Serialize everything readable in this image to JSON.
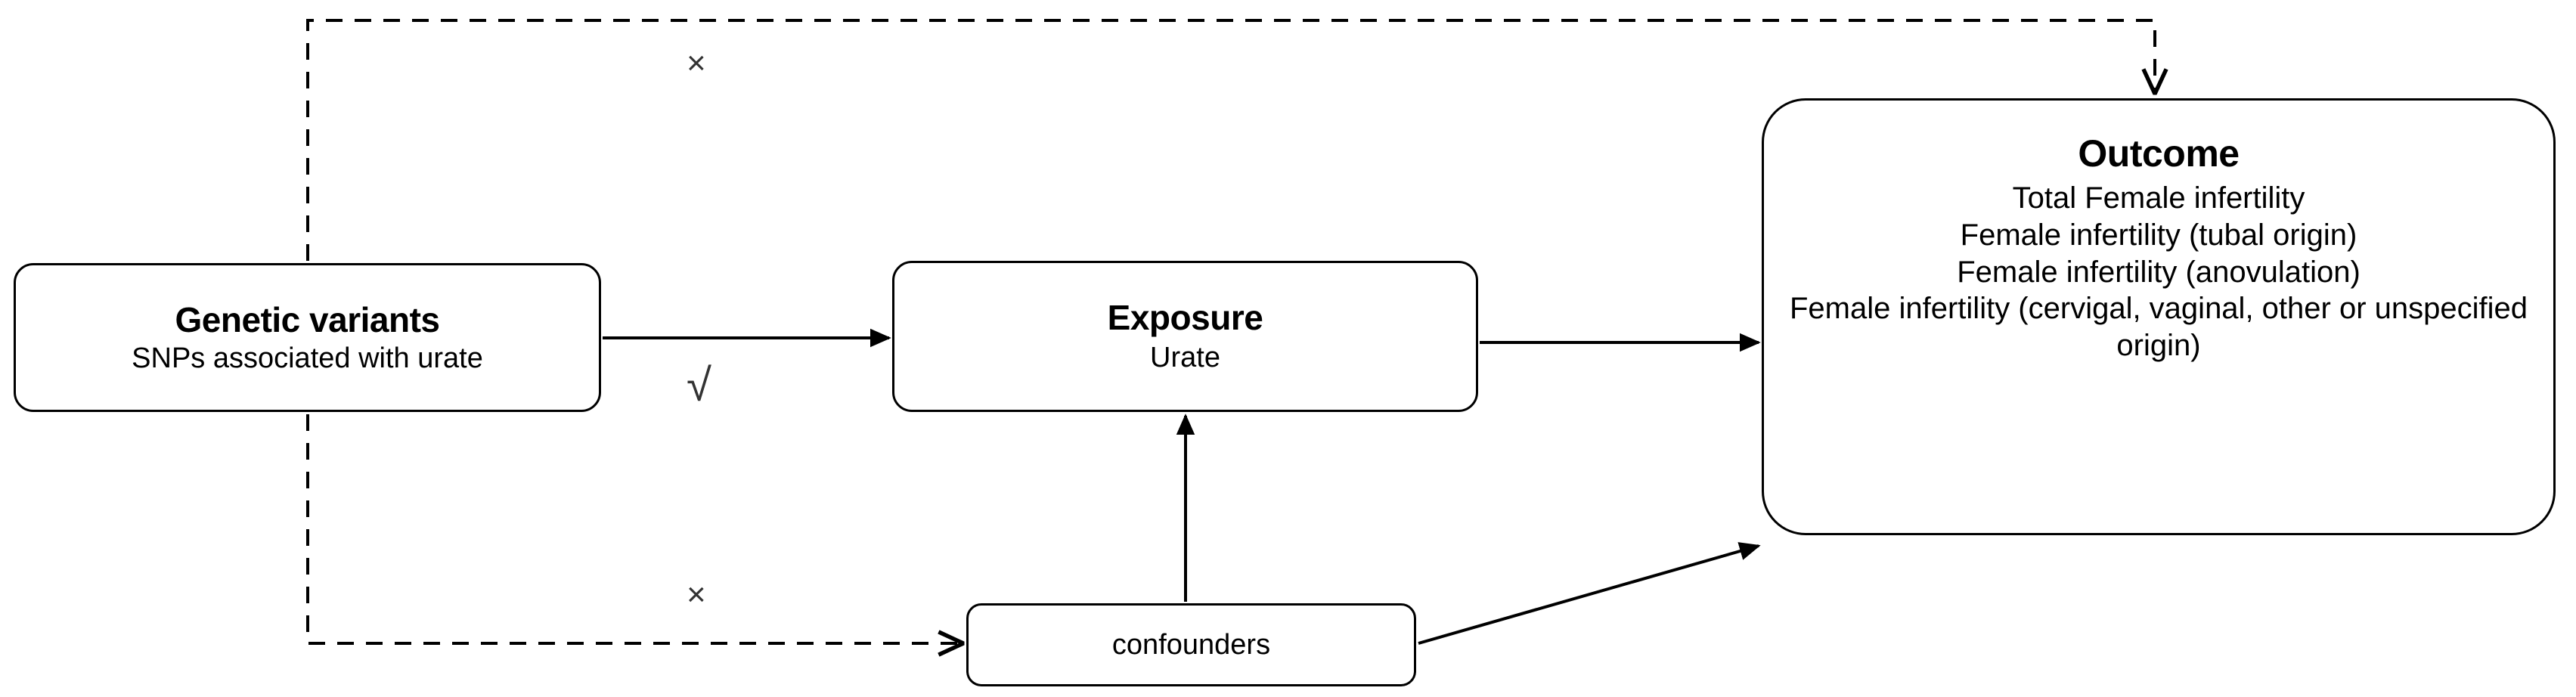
{
  "diagram": {
    "title": "Mendelian randomization assumptions diagram",
    "stroke_color": "#000000",
    "background_color": "#ffffff",
    "nodes": {
      "genetic": {
        "title": "Genetic variants",
        "subtitle": "SNPs associated  with urate"
      },
      "exposure": {
        "title": "Exposure",
        "subtitle": "Urate"
      },
      "outcome": {
        "title": "Outcome",
        "lines": [
          "Total  Female infertility",
          "Female infertility (tubal origin)",
          "Female infertility  (anovulation)",
          "Female infertility (cervigal, vaginal, other or unspecified origin)"
        ]
      },
      "confounders": {
        "label": "confounders"
      }
    },
    "edges": {
      "genetic_to_exposure": {
        "style": "solid",
        "marker": "√",
        "marker_name": "check-mark"
      },
      "exposure_to_outcome": {
        "style": "solid",
        "marker": "",
        "marker_name": "none"
      },
      "genetic_to_outcome": {
        "style": "dashed",
        "marker": "×",
        "marker_name": "cross-mark"
      },
      "genetic_to_confounders": {
        "style": "dashed",
        "marker": "×",
        "marker_name": "cross-mark"
      },
      "confounders_to_exposure": {
        "style": "solid",
        "marker": "",
        "marker_name": "none"
      },
      "confounders_to_outcome": {
        "style": "solid",
        "marker": "",
        "marker_name": "none"
      }
    }
  }
}
